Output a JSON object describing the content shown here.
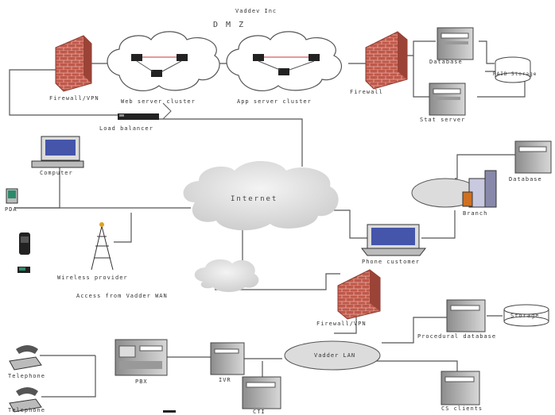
{
  "title": "Vaddev Inc",
  "dmz_label": "D M Z",
  "labels": {
    "firewall_vpn_left": "Firewall/VPN",
    "web_server_cluster": "Web server cluster",
    "app_server_cluster": "App server cluster",
    "firewall_right": "Firewall",
    "load_balancer": "Load balancer",
    "database_top": "Database",
    "stat_server": "Stat server",
    "raid_storage": "RAID Storage",
    "computer": "Computer",
    "pda": "PDA",
    "wireless_provider": "Wireless provider",
    "internet": "Internet",
    "branch": "Branch",
    "branch_database": "Database",
    "phone_customer": "Phone customer",
    "vadder_wan": "Access from Vadder WAN",
    "firewall_vpn_bottom": "Firewall/VPN",
    "vadder_lan": "Vadder LAN",
    "telephone_1": "Telephone",
    "telephone_2": "Telephone",
    "pbx": "PBX",
    "ivr": "IVR",
    "cti": "CTI",
    "procedural_database": "Procedural database",
    "storage": "Storage",
    "cs_clients": "CS clients"
  },
  "icons": {
    "firewall_color": "#c0584a",
    "cloud_color": "#e6e6e6",
    "server_color": "#bdbdbd"
  }
}
